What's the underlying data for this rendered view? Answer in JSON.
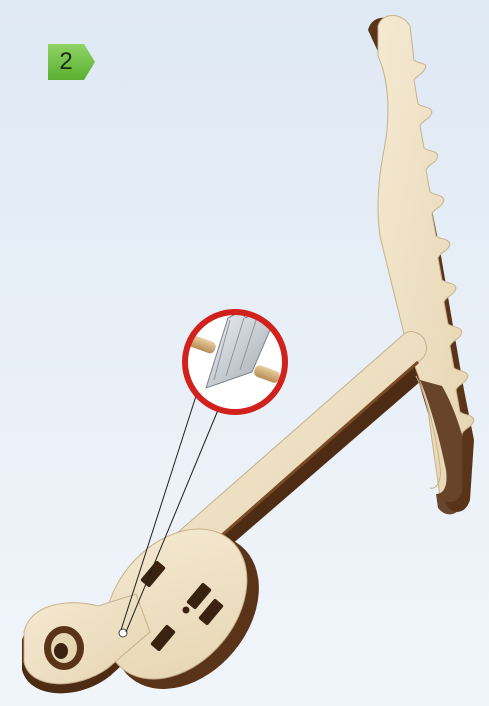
{
  "step": {
    "number": "2"
  },
  "illustration": {
    "part": "plywood-lever-arm",
    "detail": "utility-knife-blade-cutting-peg",
    "colors": {
      "plywood_face": "#efe2c6",
      "plywood_edge": "#5a3419",
      "plywood_edge_light": "#9b6a3e",
      "magnifier_ring": "#d0211c",
      "blade": "#cfd3d8",
      "badge_green": "#6cc23e",
      "background": "#e6eef6"
    }
  }
}
